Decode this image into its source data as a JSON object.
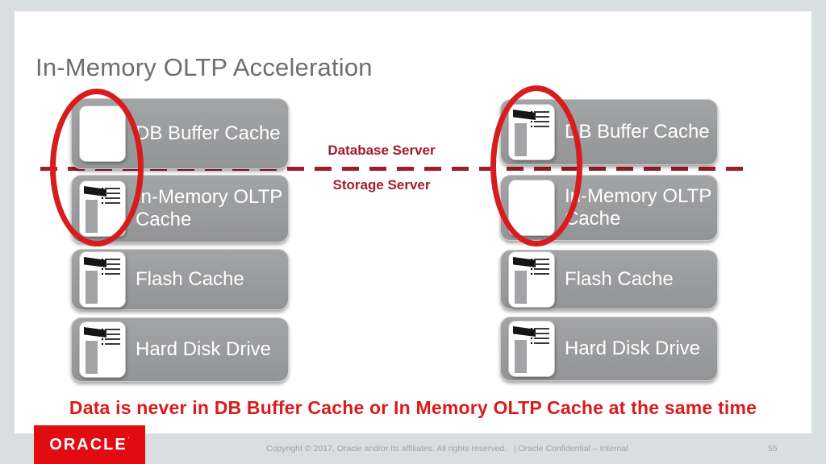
{
  "slide": {
    "title": "In-Memory OLTP Acceleration",
    "divider": {
      "above_label": "Database Server",
      "below_label": "Storage Server"
    },
    "columns": {
      "left": {
        "items": [
          {
            "label": "DB Buffer Cache",
            "icon": "empty-cache"
          },
          {
            "label": "In-Memory OLTP Cache",
            "icon": "data-cache"
          },
          {
            "label": "Flash Cache",
            "icon": "data-cache"
          },
          {
            "label": "Hard Disk Drive",
            "icon": "data-cache"
          }
        ]
      },
      "right": {
        "items": [
          {
            "label": "DB Buffer Cache",
            "icon": "data-cache"
          },
          {
            "label": "In-Memory OLTP Cache",
            "icon": "empty-cache"
          },
          {
            "label": "Flash Cache",
            "icon": "data-cache"
          },
          {
            "label": "Hard Disk Drive",
            "icon": "data-cache"
          }
        ]
      }
    },
    "statement": "Data is never in DB Buffer Cache or In Memory OLTP Cache at the same time",
    "colors": {
      "highlight_red": "#d81c1c",
      "divider_dark_red": "#9f1c2c",
      "statement_red": "#da1b1b",
      "oracle_red": "#e30b12",
      "box_gray": "#9a9b9d",
      "title_gray": "#6d6e70",
      "background_gray": "#d9dfe1"
    }
  },
  "footer": {
    "logo_text": "ORACLE",
    "copyright": "Copyright © 2017, Oracle and/or its affiliates. All rights reserved.",
    "confidential": "|  Oracle Confidential – Internal",
    "page_number": "55"
  }
}
